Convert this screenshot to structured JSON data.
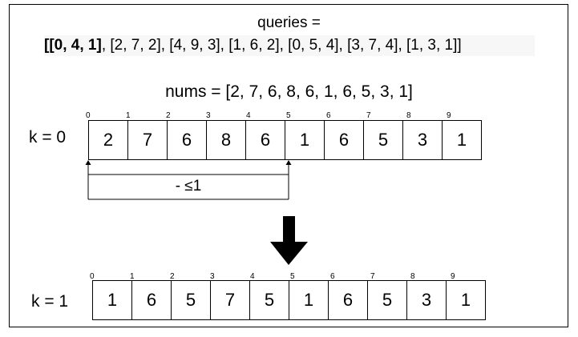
{
  "queries_title": "queries =",
  "queries": {
    "highlighted": "[[0, 4, 1]",
    "rest": ", [2, 7, 2], [4, 9, 3], [1, 6, 2], [0, 5, 4], [3, 7, 4], [1, 3, 1]]"
  },
  "nums_label": "nums = [2, 7, 6, 8, 6, 1, 6, 5, 3, 1]",
  "rows": [
    {
      "label": "k = 0",
      "values": [
        "2",
        "7",
        "6",
        "8",
        "6",
        "1",
        "6",
        "5",
        "3",
        "1"
      ],
      "indices": [
        "0",
        "1",
        "2",
        "3",
        "4",
        "5",
        "6",
        "7",
        "8",
        "9"
      ]
    },
    {
      "label": "k = 1",
      "values": [
        "1",
        "6",
        "5",
        "7",
        "5",
        "1",
        "6",
        "5",
        "3",
        "1"
      ],
      "indices": [
        "0",
        "1",
        "2",
        "3",
        "4",
        "5",
        "6",
        "7",
        "8",
        "9"
      ]
    }
  ],
  "range_label": "- ≤1"
}
